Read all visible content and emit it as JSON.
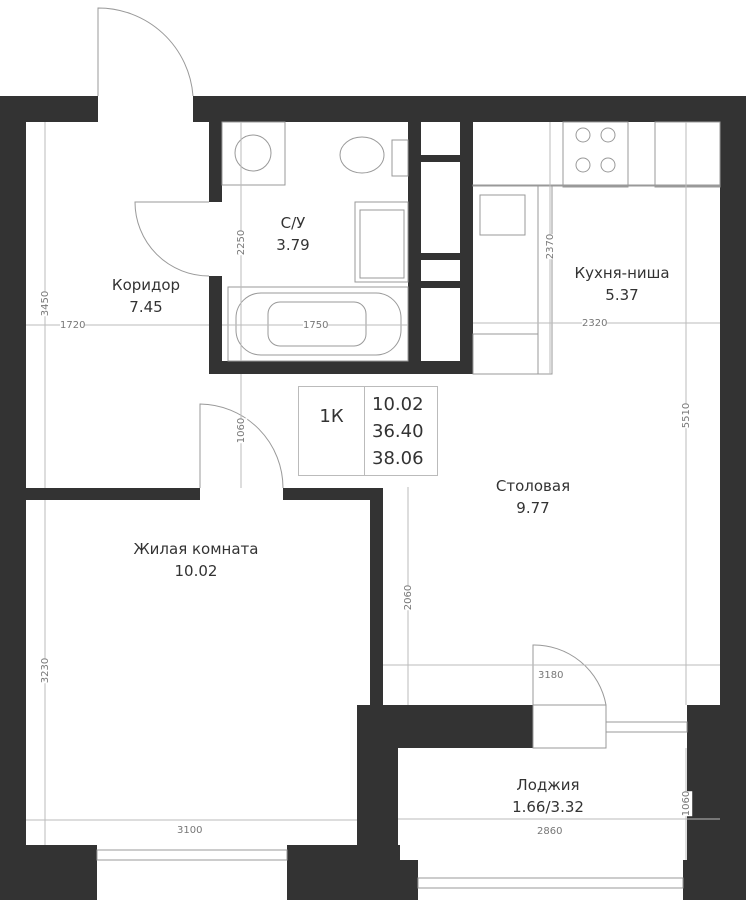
{
  "rooms": {
    "corridor": {
      "name": "Коридор",
      "area": "7.45"
    },
    "bathroom": {
      "name": "С/У",
      "area": "3.79"
    },
    "kitchen": {
      "name": "Кухня-ниша",
      "area": "5.37"
    },
    "dining": {
      "name": "Столовая",
      "area": "9.77"
    },
    "living": {
      "name": "Жилая комната",
      "area": "10.02"
    },
    "loggia": {
      "name": "Лоджия",
      "area": "1.66/3.32"
    }
  },
  "summary": {
    "type": "1К",
    "living_area": "10.02",
    "total_area": "36.40",
    "total_with_loggia": "38.06"
  },
  "dimensions": {
    "corridor_height": "3450",
    "corridor_width": "1720",
    "bath_height": "2250",
    "bath_width": "1750",
    "kitchen_height": "2370",
    "kitchen_width": "2320",
    "passage": "1060",
    "dining_total": "5510",
    "dining_lower": "2060",
    "dining_width": "3180",
    "living_height": "3230",
    "living_width": "3100",
    "loggia_width": "2860",
    "loggia_depth": "1060"
  },
  "colors": {
    "wall": "#333333",
    "line": "#999999"
  }
}
